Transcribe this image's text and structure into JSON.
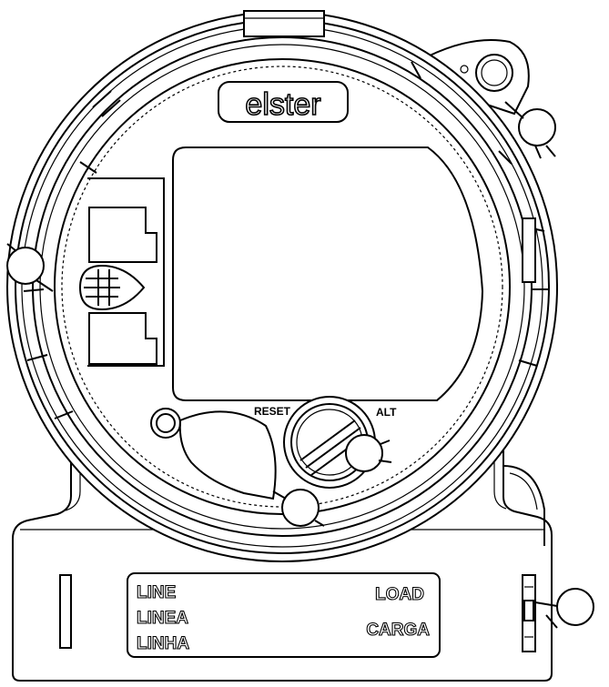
{
  "brand": "elster",
  "buttons": {
    "reset_label": "RESET",
    "alt_label": "ALT"
  },
  "terminal_labels": {
    "line": [
      "LINE",
      "LINEA",
      "LINHA"
    ],
    "load": [
      "LOAD",
      "CARGA"
    ]
  }
}
